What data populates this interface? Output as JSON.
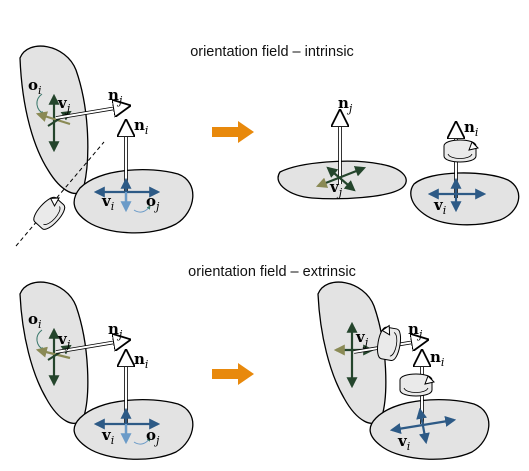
{
  "panels": [
    {
      "title": "orientation field – intrinsic"
    },
    {
      "title": "orientation field – extrinsic"
    }
  ],
  "symbols": {
    "o": "o",
    "v": "v",
    "n": "n",
    "i": "i",
    "j": "j"
  },
  "colors": {
    "arrow": "#e8890c",
    "dark_green": "#24452c",
    "olive": "#8a8a55",
    "blue": "#2d5a86",
    "light_blue": "#6b9bc8",
    "patch": "#e3e3e3",
    "teal_curve": "#3d7a6e"
  }
}
